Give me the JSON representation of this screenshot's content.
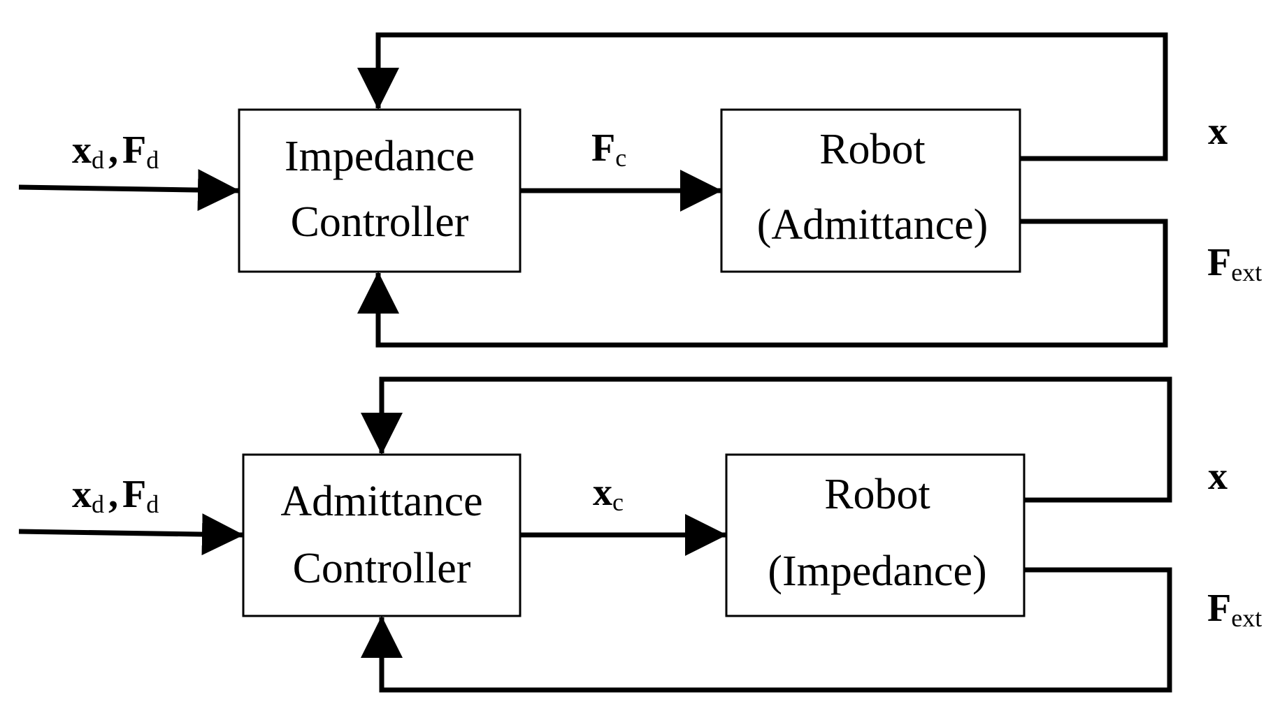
{
  "diagrams": [
    {
      "controller": {
        "line1": "Impedance",
        "line2": "Controller"
      },
      "robot": {
        "line1": "Robot",
        "line2": "(Admittance)"
      },
      "input": {
        "x": "x",
        "x_sub": "d",
        "sep": ",",
        "f": "F",
        "f_sub": "d"
      },
      "command": {
        "main": "F",
        "sub": "c"
      },
      "output_position": {
        "main": "x"
      },
      "output_force": {
        "main": "F",
        "sub": "ext"
      }
    },
    {
      "controller": {
        "line1": "Admittance",
        "line2": "Controller"
      },
      "robot": {
        "line1": "Robot",
        "line2": "(Impedance)"
      },
      "input": {
        "x": "x",
        "x_sub": "d",
        "sep": ",",
        "f": "F",
        "f_sub": "d"
      },
      "command": {
        "main": "x",
        "sub": "c"
      },
      "output_position": {
        "main": "x"
      },
      "output_force": {
        "main": "F",
        "sub": "ext"
      }
    }
  ]
}
